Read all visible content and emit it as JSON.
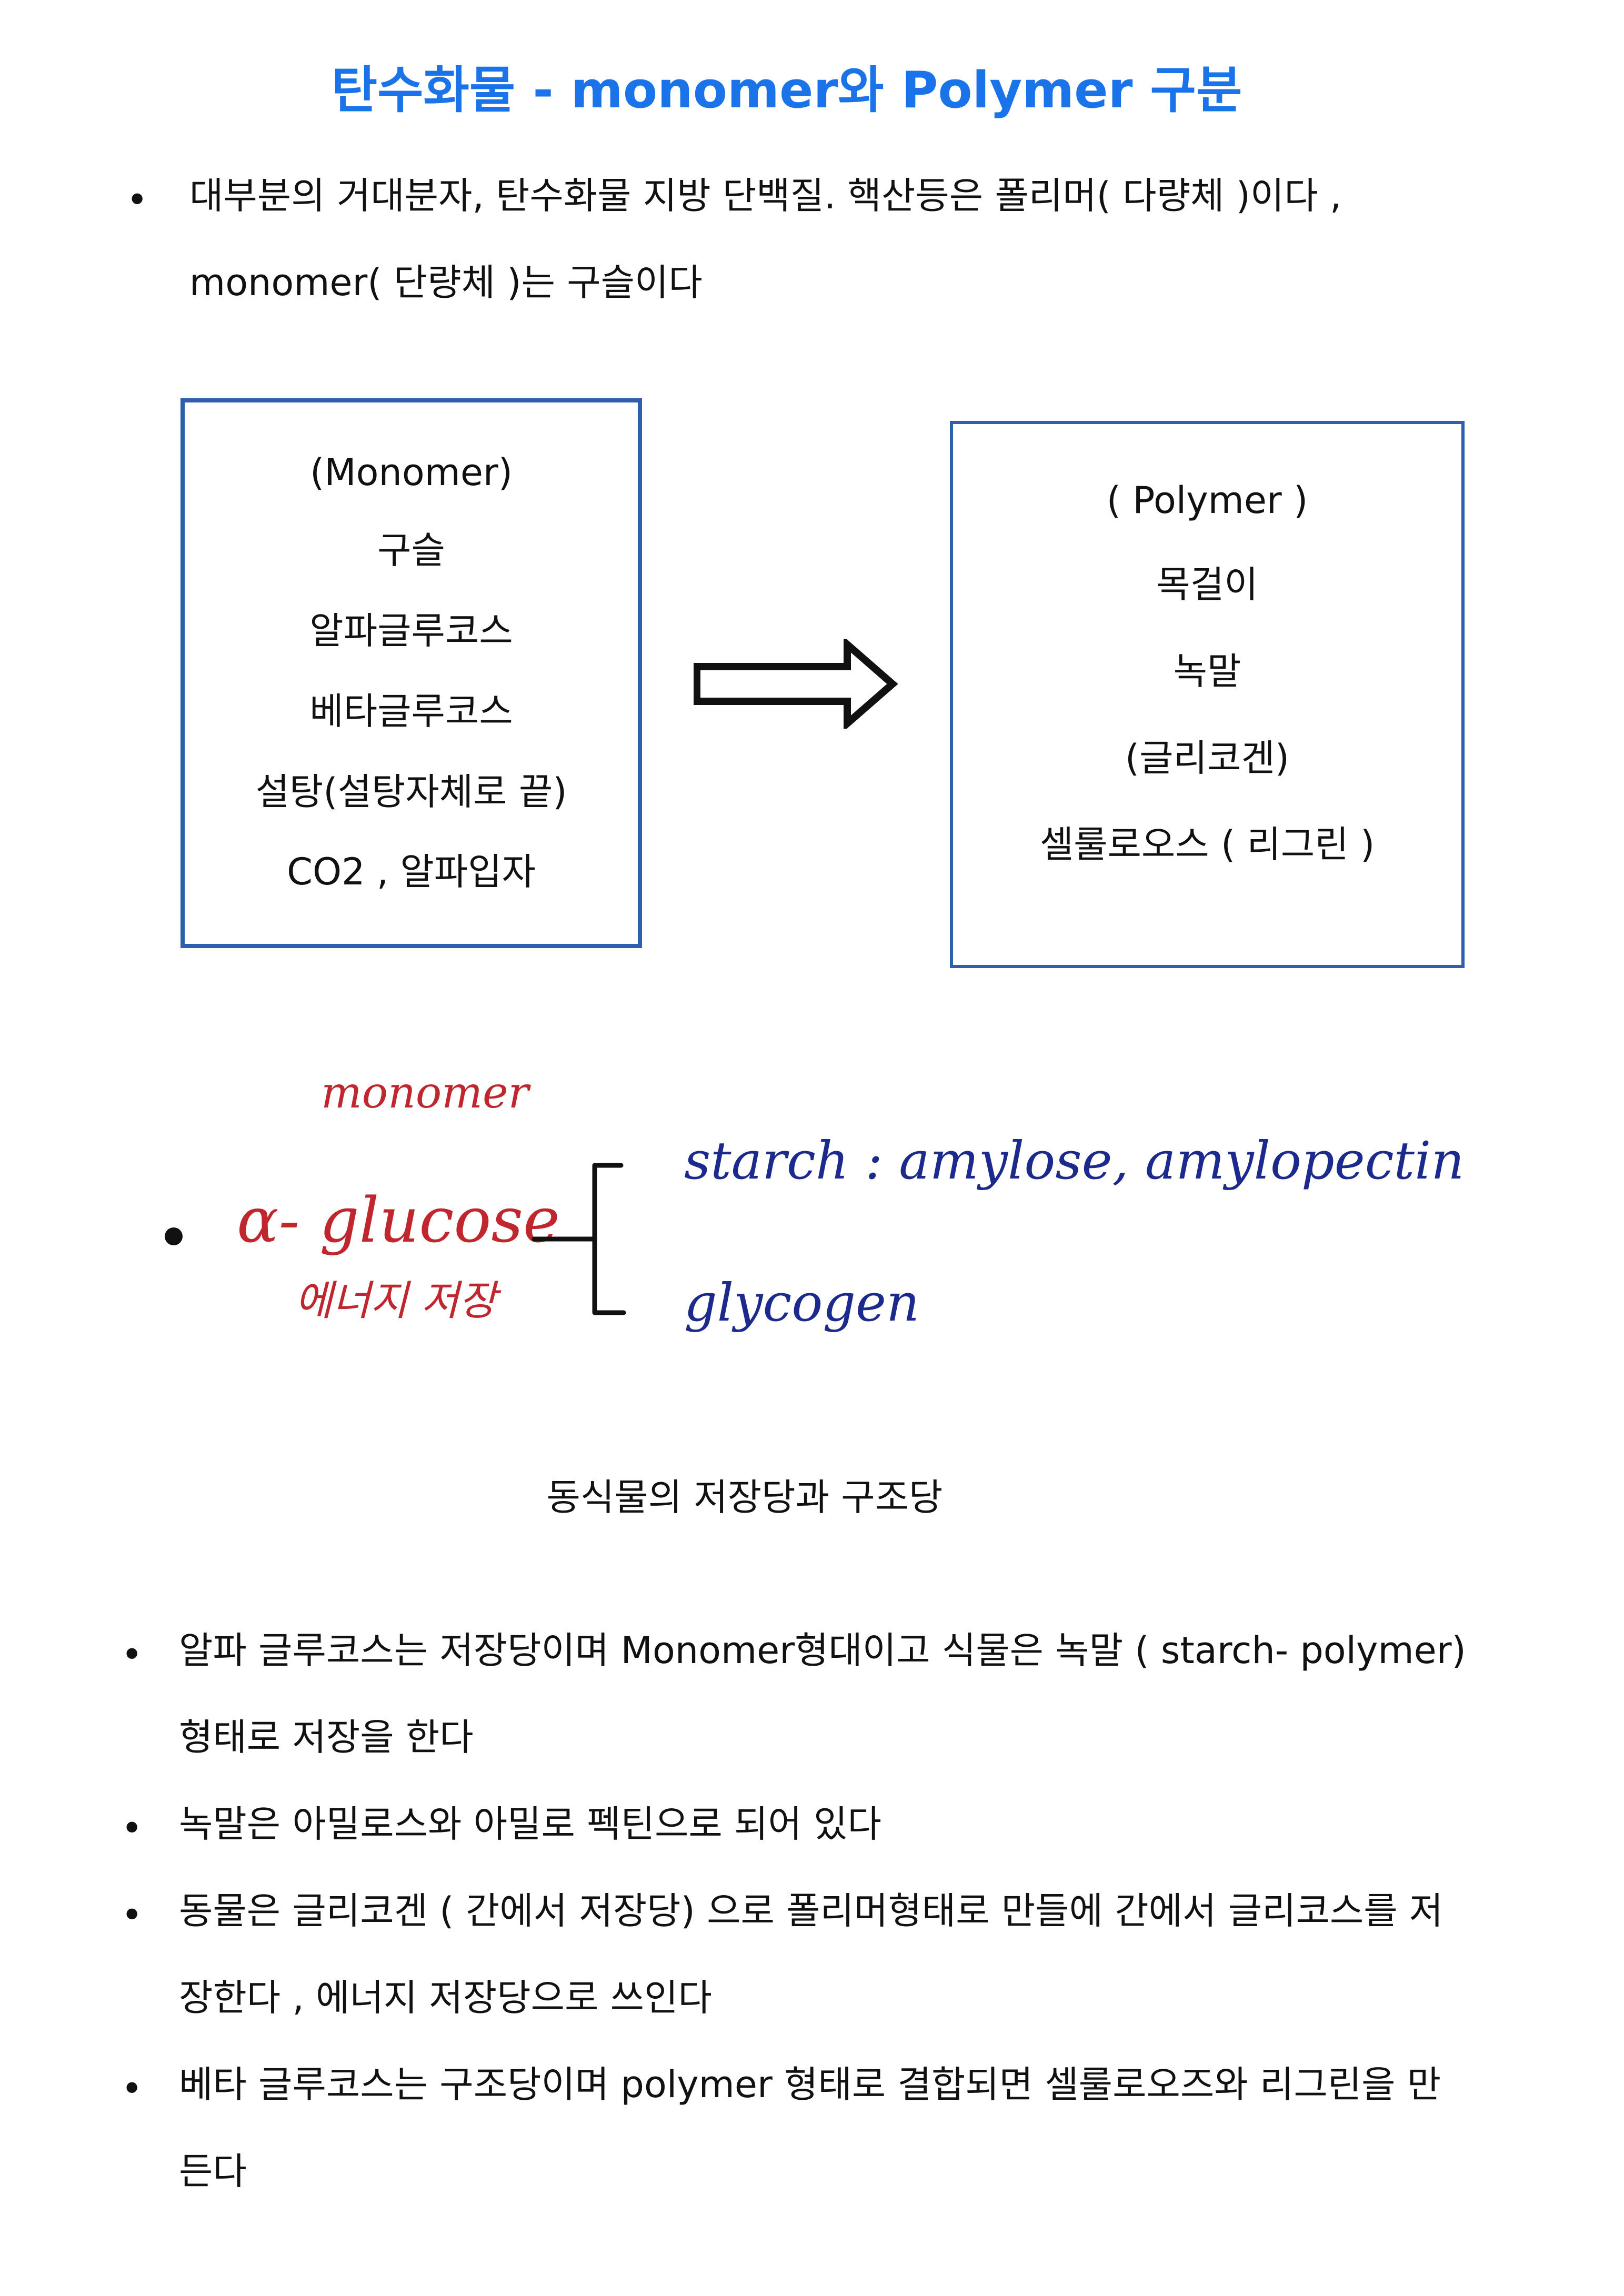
{
  "title": "탄수화물 - monomer와 Polymer 구분",
  "intro": {
    "line1": "대부분의 거대분자, 탄수화물 지방 단백질. 핵산등은 폴리머( 다량체 )이다 ,",
    "line2": "monomer(  단량체 )는 구슬이다"
  },
  "monomer_box": {
    "lines": [
      "(Monomer)",
      "구슬",
      "알파글루코스",
      "베타글루코스",
      "설탕(설탕자체로 끝)",
      "CO2 , 알파입자"
    ]
  },
  "arrow": {
    "icon": "right-arrow-icon"
  },
  "polymer_box": {
    "lines": [
      "( Polymer )",
      "목걸이",
      "녹말",
      "(글리코겐)",
      "셀룰로오스 ( 리그린 )"
    ]
  },
  "handwritten": {
    "monomer_label": "monomer",
    "glucose": "α- glucose",
    "energy_storage": "에너지 저장",
    "starch": "starch : amylose,  amylopectin",
    "glycogen": "glycogen",
    "colors": {
      "red": "#c0262d",
      "blue": "#1b2a8c",
      "black": "#111111"
    }
  },
  "caption": "동식물의 저장당과 구조당",
  "bullets": [
    {
      "line1": "알파 글루코스는 저장당이며 Monomer형대이고 식물은 녹말 ( starch- polymer)",
      "line2": "형태로 저장을 한다"
    },
    {
      "line1": "녹말은 아밀로스와 아밀로 펙틴으로 되어 있다",
      "line2": ""
    },
    {
      "line1": "동물은 글리코겐 ( 간에서 저장당) 으로 폴리머형태로 만들에 간에서 글리코스를 저",
      "line2": "장한다 , 에너지 저장당으로 쓰인다"
    },
    {
      "line1": "베타 글루코스는 구조당이며 polymer 형태로 결합되면 셀룰로오즈와 리그린을 만",
      "line2": "든다"
    }
  ],
  "bullet_char": "•"
}
